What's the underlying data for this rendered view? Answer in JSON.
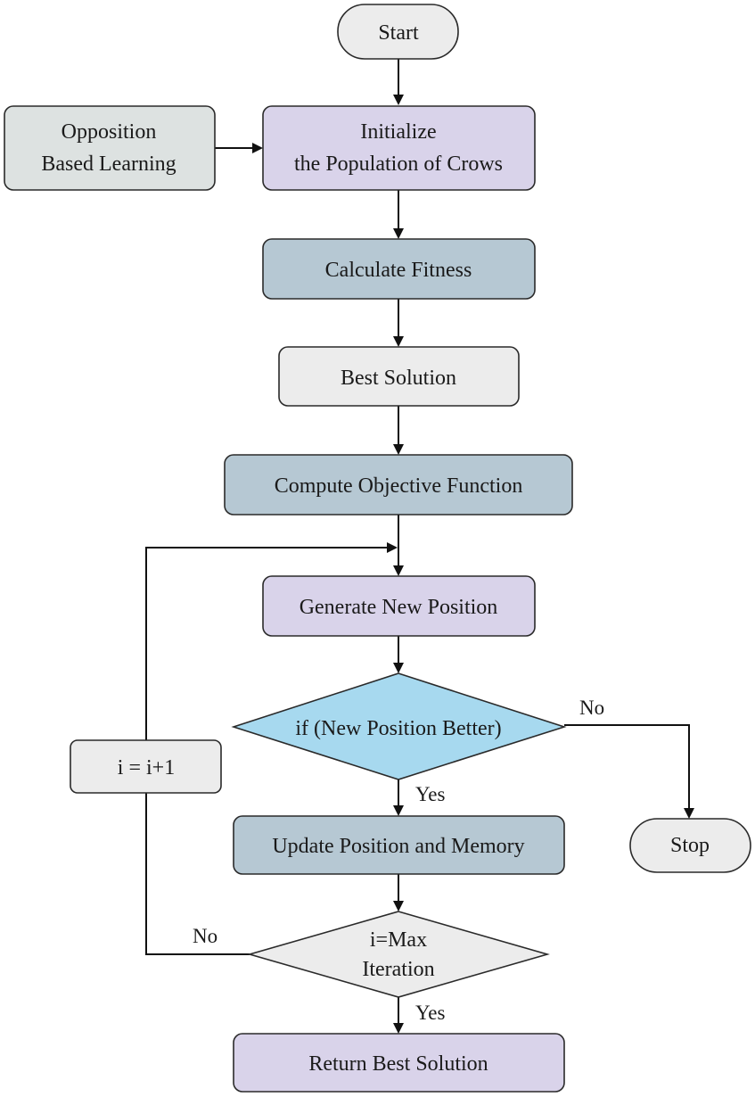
{
  "diagram": {
    "nodes": {
      "start": "Start",
      "obl_line1": "Opposition",
      "obl_line2": "Based Learning",
      "init_line1": "Initialize",
      "init_line2": "the Population of  Crows",
      "fitness": "Calculate Fitness",
      "best": "Best Solution",
      "objective": "Compute Objective Function",
      "generate": "Generate New Position",
      "decision1": "if (New Position Better)",
      "update": "Update Position and Memory",
      "stop": "Stop",
      "increment": "i = i+1",
      "decision2_line1": "i=Max",
      "decision2_line2": "Iteration",
      "return": "Return Best Solution"
    },
    "edge_labels": {
      "d1_no": "No",
      "d1_yes": "Yes",
      "d2_no": "No",
      "d2_yes": "Yes"
    }
  },
  "colors": {
    "lavender": "#d9d3ea",
    "steel": "#b6c8d3",
    "light_gray": "#ececec",
    "gray_green": "#dde2e1",
    "sky": "#a7d9ef",
    "arrow": "#111111"
  }
}
